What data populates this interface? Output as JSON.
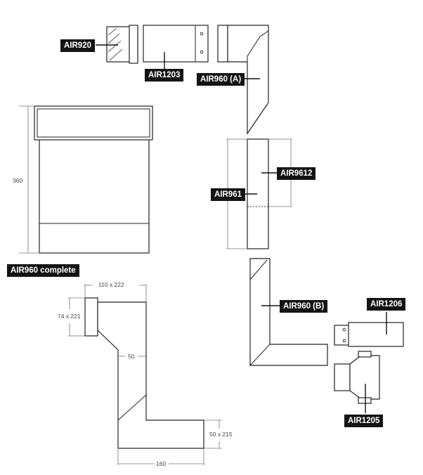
{
  "labels": {
    "air920": "AIR920",
    "air1203": "AIR1203",
    "air960a": "AIR960 (A)",
    "air961": "AIR961",
    "air9612": "AIR9612",
    "air960_complete": "AIR960 complete",
    "air960b": "AIR960 (B)",
    "air1206": "AIR1206",
    "air1205": "AIR1205"
  },
  "dimensions": {
    "height": "360",
    "top": "110 x 222",
    "side": "74 x 221",
    "gap": "50",
    "outlet": "50 x 215",
    "bottom": "160"
  }
}
